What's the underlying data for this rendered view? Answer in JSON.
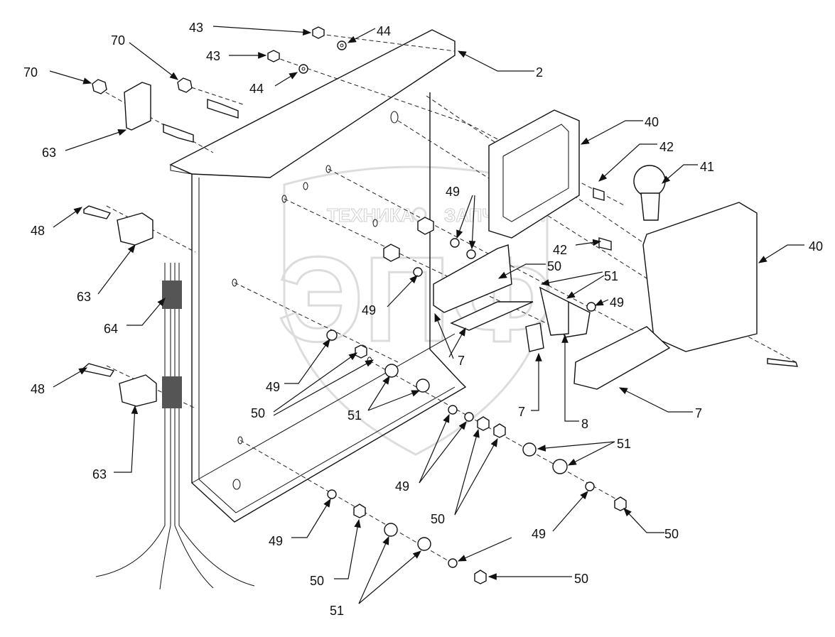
{
  "watermark": {
    "left": "ТЕХНИКА",
    "right": "ЗАПЧАСТИ",
    "logo": "ЭПФ"
  },
  "labels": [
    "43",
    "44",
    "70",
    "43",
    "70",
    "44",
    "2",
    "63",
    "40",
    "42",
    "41",
    "49",
    "48",
    "42",
    "40",
    "50",
    "51",
    "63",
    "49",
    "49",
    "64",
    "7",
    "49",
    "48",
    "50",
    "51",
    "7",
    "7",
    "8",
    "63",
    "51",
    "49",
    "50",
    "49",
    "49",
    "50",
    "50",
    "50",
    "51"
  ]
}
